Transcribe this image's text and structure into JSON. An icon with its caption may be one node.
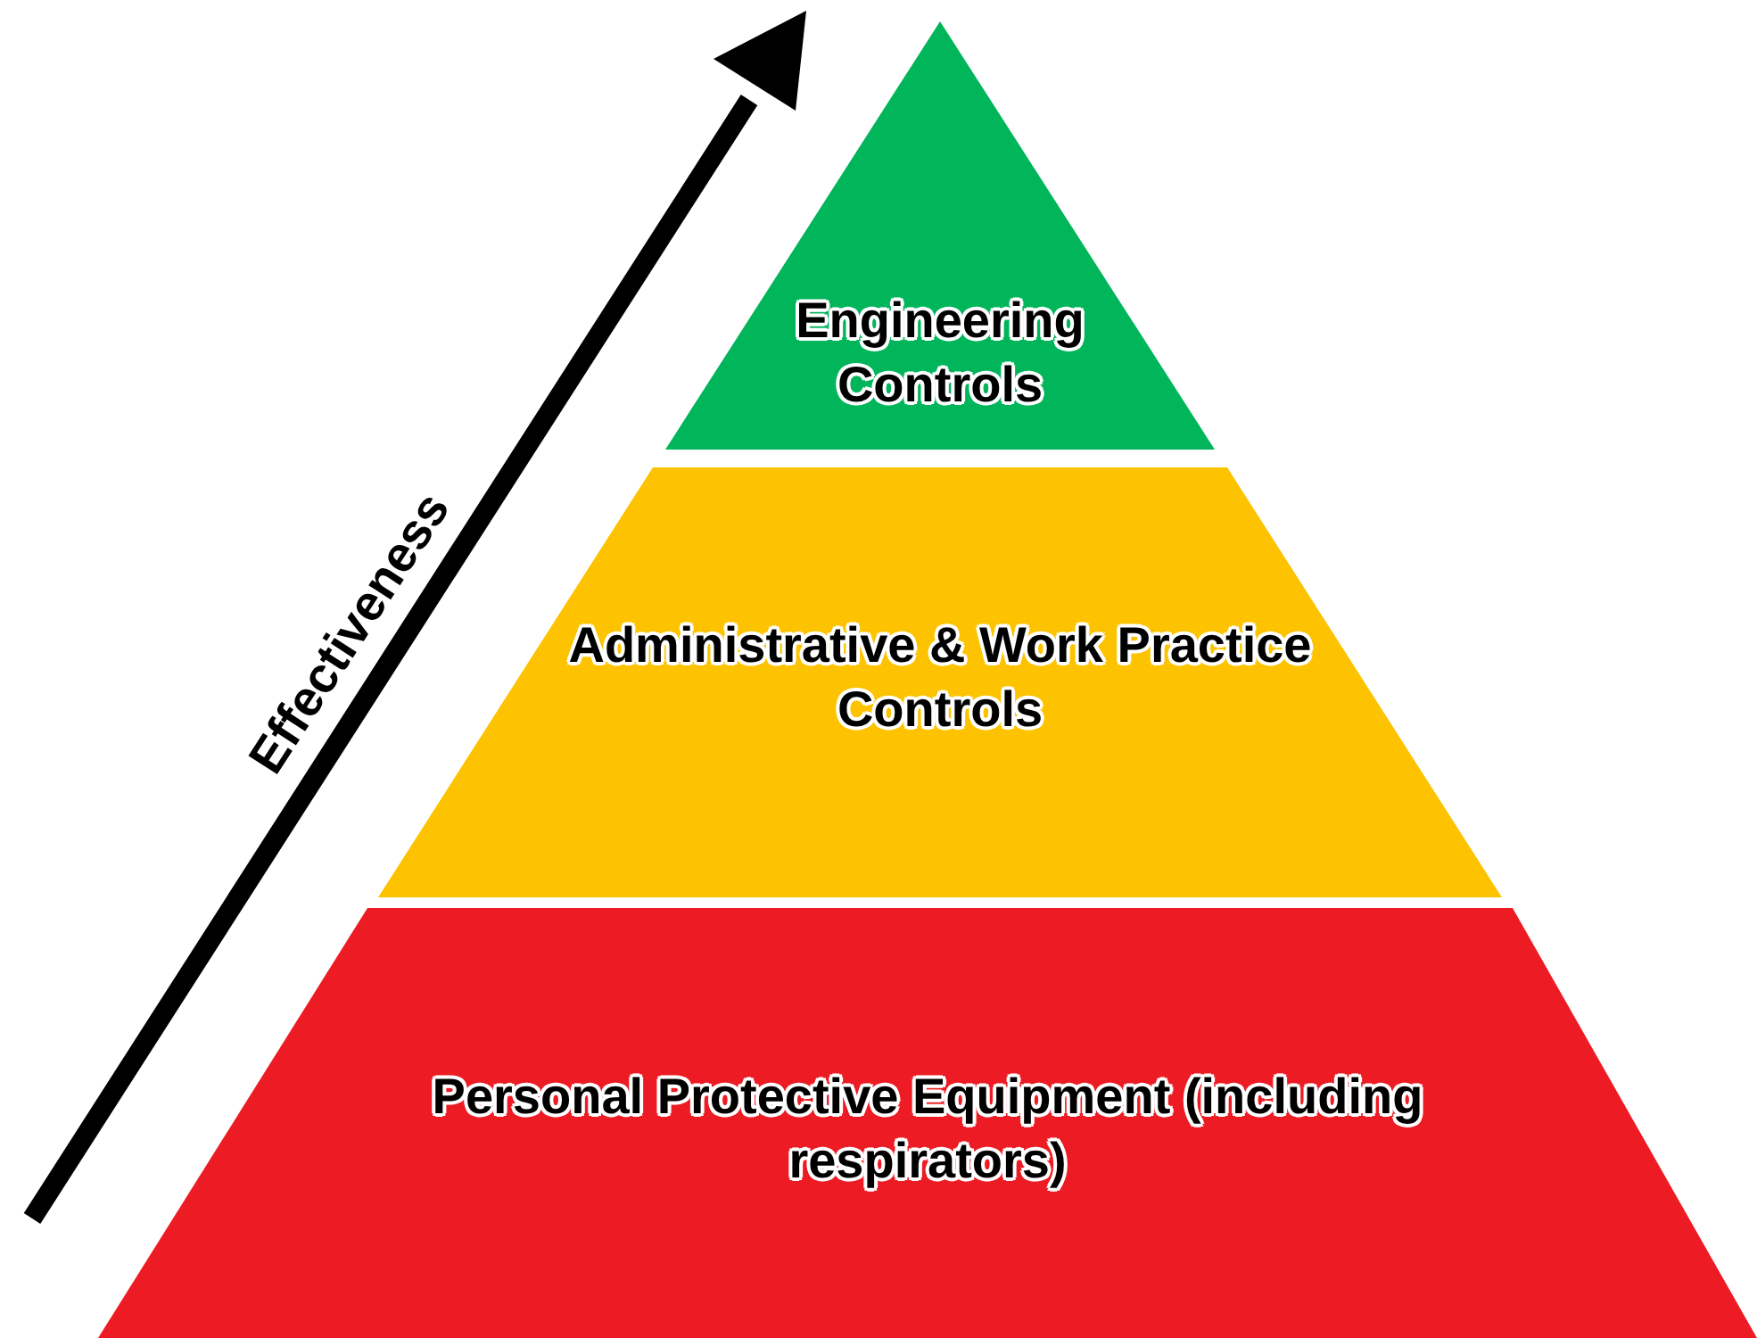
{
  "diagram": {
    "nodes": [
      {
        "text": [
          "Engineering Controls"
        ]
      },
      {
        "text": [
          "Administrative & Work Practice Controls"
        ]
      },
      {
        "text": [
          "Personal Protective Equipment (including respirators)"
        ]
      }
    ],
    "labels": [
      "Effectiveness"
    ]
  }
}
